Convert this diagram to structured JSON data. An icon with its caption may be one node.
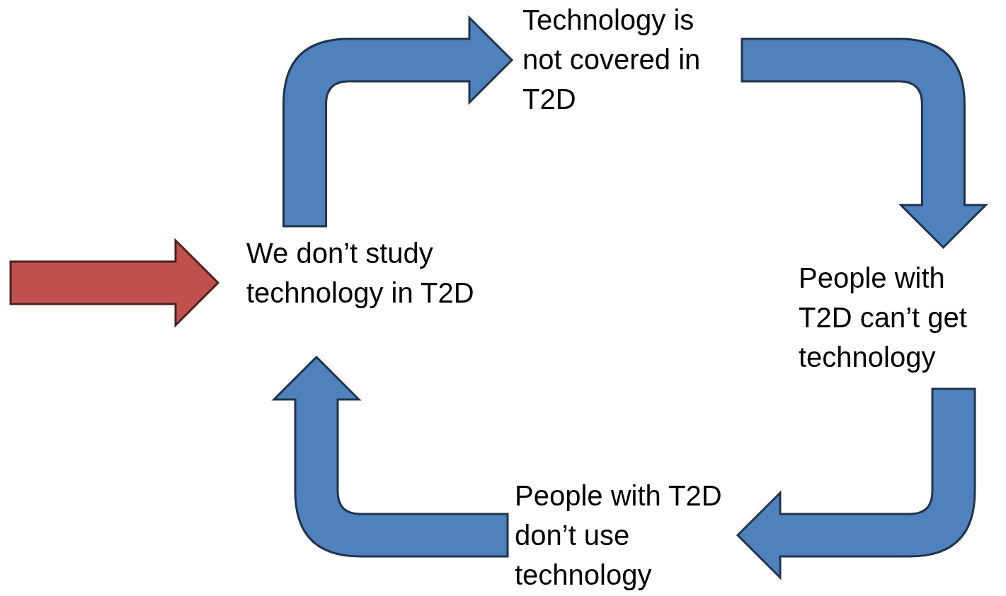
{
  "diagram": {
    "nodes": [
      {
        "text": [
          "We don’t study technology in T2D"
        ]
      },
      {
        "text": [
          "Technology is not covered in T2D"
        ]
      },
      {
        "text": [
          "People with T2D can’t get technology"
        ]
      },
      {
        "text": [
          "People with T2D don’t use technology"
        ]
      }
    ],
    "edges": [
      {
        "from": null,
        "to": 0,
        "arrow": "to",
        "color": "#c0504d"
      },
      {
        "from": 0,
        "to": 1,
        "arrow": "to"
      },
      {
        "from": 1,
        "to": 2,
        "arrow": "to"
      },
      {
        "from": 2,
        "to": 3,
        "arrow": "to"
      },
      {
        "from": 3,
        "to": 0,
        "arrow": "to"
      }
    ]
  }
}
